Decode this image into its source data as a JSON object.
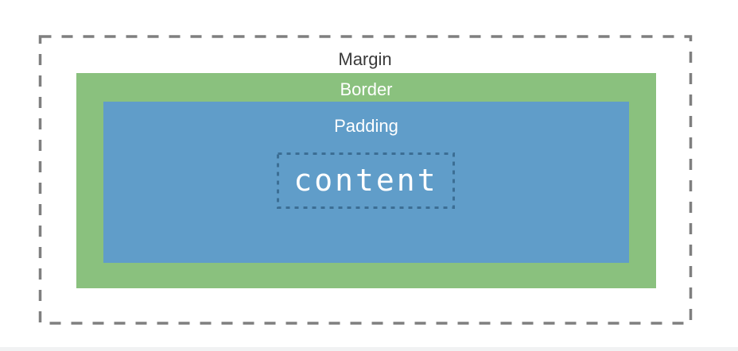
{
  "diagram": {
    "labels": {
      "margin": "Margin",
      "border": "Border",
      "padding": "Padding",
      "content": "content"
    },
    "colors": {
      "margin_dash": "#7F7F7F",
      "margin_label": "#3A3A3A",
      "border_fill": "#8AC17E",
      "padding_fill": "#609DC9",
      "content_dash": "#3C6E94",
      "label_on_fill": "#FFFFFF",
      "page_bg": "#FFFFFF",
      "bottom_strip": "#F1F2F3"
    }
  }
}
